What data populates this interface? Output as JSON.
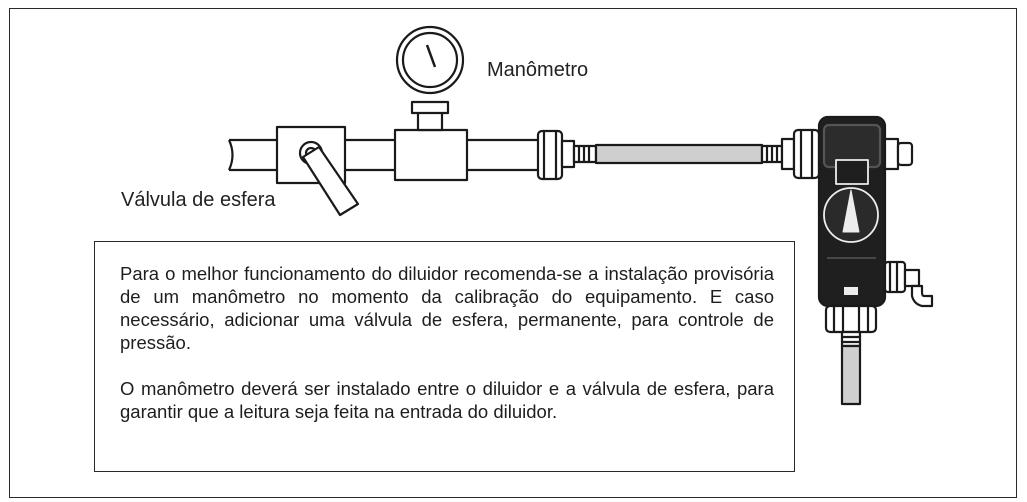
{
  "labels": {
    "gauge": "Manômetro",
    "valve": "Válvula de esfera"
  },
  "note": {
    "paragraph_1": "Para o melhor funcionamento do diluidor recomenda-se a instalação provisória de um manômetro no momento da calibração do equipamento. E caso necessário, adicionar uma válvula de esfera, permanente, para controle de pressão.",
    "paragraph_2": "O manômetro deverá ser instalado entre o diluidor e a válvula de esfera, para garantir que a leitura seja feita na entrada do diluidor."
  },
  "colors": {
    "line": "#1a1a1a",
    "hose": "#cfcfcf",
    "device_body": "#1f1f1f",
    "background": "#ffffff"
  }
}
